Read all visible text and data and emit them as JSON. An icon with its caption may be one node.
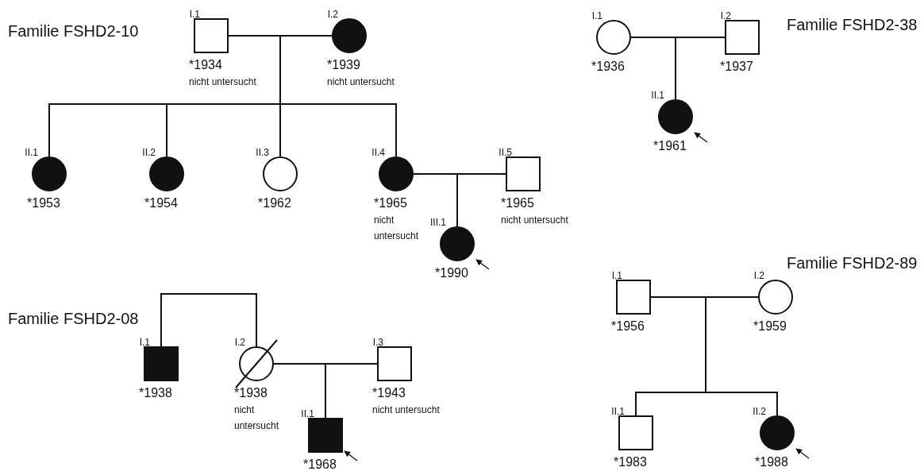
{
  "diagram": {
    "nodes": [
      {
        "text": [],
        "shape": "box",
        "beside": [
          "I.1",
          "*1934",
          "nicht untersucht"
        ]
      },
      {
        "text": [],
        "shape": "circle",
        "beside": [
          "I.2",
          "*1939",
          "nicht untersucht"
        ]
      },
      {
        "text": [],
        "shape": "circle",
        "beside": [
          "II.1",
          "*1953"
        ]
      },
      {
        "text": [],
        "shape": "circle",
        "beside": [
          "II.2",
          "*1954"
        ]
      },
      {
        "text": [],
        "shape": "circle",
        "beside": [
          "II.3",
          "*1962"
        ]
      },
      {
        "text": [],
        "shape": "circle",
        "beside": [
          "II.4",
          "*1965",
          "nicht untersucht"
        ]
      },
      {
        "text": [],
        "shape": "box",
        "beside": [
          "II.5",
          "*1965",
          "nicht untersucht"
        ]
      },
      {
        "text": [],
        "shape": "circle",
        "beside": [
          "III.1",
          "*1990"
        ]
      },
      {
        "text": [],
        "shape": "circle",
        "beside": [
          "I.1",
          "*1936"
        ]
      },
      {
        "text": [],
        "shape": "box",
        "beside": [
          "I.2",
          "*1937"
        ]
      },
      {
        "text": [],
        "shape": "circle",
        "beside": [
          "II.1",
          "*1961"
        ]
      },
      {
        "text": [],
        "shape": "box",
        "beside": [
          "I.1",
          "*1938"
        ]
      },
      {
        "text": [],
        "shape": "circle",
        "beside": [
          "I.2",
          "*1938",
          "nicht untersucht"
        ]
      },
      {
        "text": [],
        "shape": "box",
        "beside": [
          "I.3",
          "*1943",
          "nicht untersucht"
        ]
      },
      {
        "text": [],
        "shape": "box",
        "beside": [
          "II.1",
          "*1968"
        ]
      },
      {
        "text": [],
        "shape": "box",
        "beside": [
          "I.1",
          "*1956"
        ]
      },
      {
        "text": [],
        "shape": "circle",
        "beside": [
          "I.2",
          "*1959"
        ]
      },
      {
        "text": [],
        "shape": "box",
        "beside": [
          "II.1",
          "*1983"
        ]
      },
      {
        "text": [],
        "shape": "circle",
        "beside": [
          "II.2",
          "*1988"
        ]
      }
    ],
    "edges": [
      {
        "from": 0,
        "to": 1,
        "arrow": "none"
      },
      {
        "from": 0,
        "to": 2,
        "arrow": "none"
      },
      {
        "from": 0,
        "to": 3,
        "arrow": "none"
      },
      {
        "from": 0,
        "to": 4,
        "arrow": "none"
      },
      {
        "from": 0,
        "to": 5,
        "arrow": "none"
      },
      {
        "from": 1,
        "to": 2,
        "arrow": "none"
      },
      {
        "from": 1,
        "to": 3,
        "arrow": "none"
      },
      {
        "from": 1,
        "to": 4,
        "arrow": "none"
      },
      {
        "from": 1,
        "to": 5,
        "arrow": "none"
      },
      {
        "from": 5,
        "to": 6,
        "arrow": "none"
      },
      {
        "from": 5,
        "to": 7,
        "arrow": "none"
      },
      {
        "from": 6,
        "to": 7,
        "arrow": "none"
      },
      {
        "from": null,
        "to": 7,
        "arrow": "to"
      },
      {
        "from": 8,
        "to": 9,
        "arrow": "none"
      },
      {
        "from": 8,
        "to": 10,
        "arrow": "none"
      },
      {
        "from": 9,
        "to": 10,
        "arrow": "none"
      },
      {
        "from": null,
        "to": 10,
        "arrow": "to"
      },
      {
        "from": 11,
        "to": 12,
        "arrow": "none"
      },
      {
        "from": 12,
        "to": 13,
        "arrow": "none"
      },
      {
        "from": 12,
        "to": 14,
        "arrow": "none"
      },
      {
        "from": 13,
        "to": 14,
        "arrow": "none"
      },
      {
        "from": null,
        "to": 14,
        "arrow": "to"
      },
      {
        "from": 15,
        "to": 16,
        "arrow": "none"
      },
      {
        "from": 15,
        "to": 17,
        "arrow": "none"
      },
      {
        "from": 15,
        "to": 18,
        "arrow": "none"
      },
      {
        "from": 16,
        "to": 17,
        "arrow": "none"
      },
      {
        "from": 16,
        "to": 18,
        "arrow": "none"
      },
      {
        "from": null,
        "to": 18,
        "arrow": "to"
      }
    ],
    "labels": [
      "Familie FSHD2-10",
      "Familie FSHD2-38",
      "Familie FSHD2-08",
      "Familie FSHD2-89"
    ]
  }
}
